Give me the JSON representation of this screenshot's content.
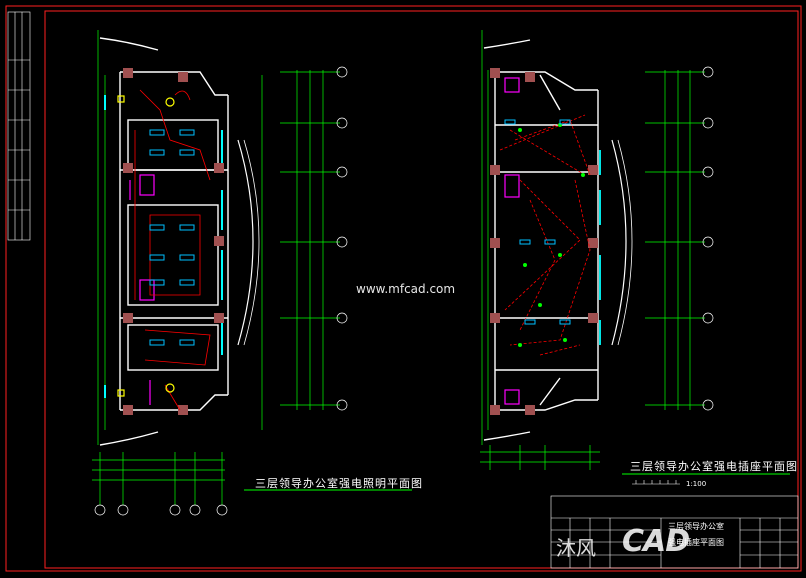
{
  "drawing": {
    "left_title": "三层领导办公室强电照明平面图",
    "right_title": "三层领导办公室强电插座平面图",
    "right_scale": "1:100",
    "watermark": "www.mfcad.com",
    "title_block_line1": "三层领导办公室",
    "title_block_line2": "强电插座平面图",
    "brand_logo": "CAD",
    "brand_cn": "沐风"
  },
  "colors": {
    "background": "#000000",
    "frame": "#ff2020",
    "wall": "#ffffff",
    "axis": "#00ff00",
    "wiring": "#ff0000",
    "fixture": "#00bfff",
    "column": "#a05050",
    "window": "#00ffff",
    "furniture": "#ff00ff"
  }
}
